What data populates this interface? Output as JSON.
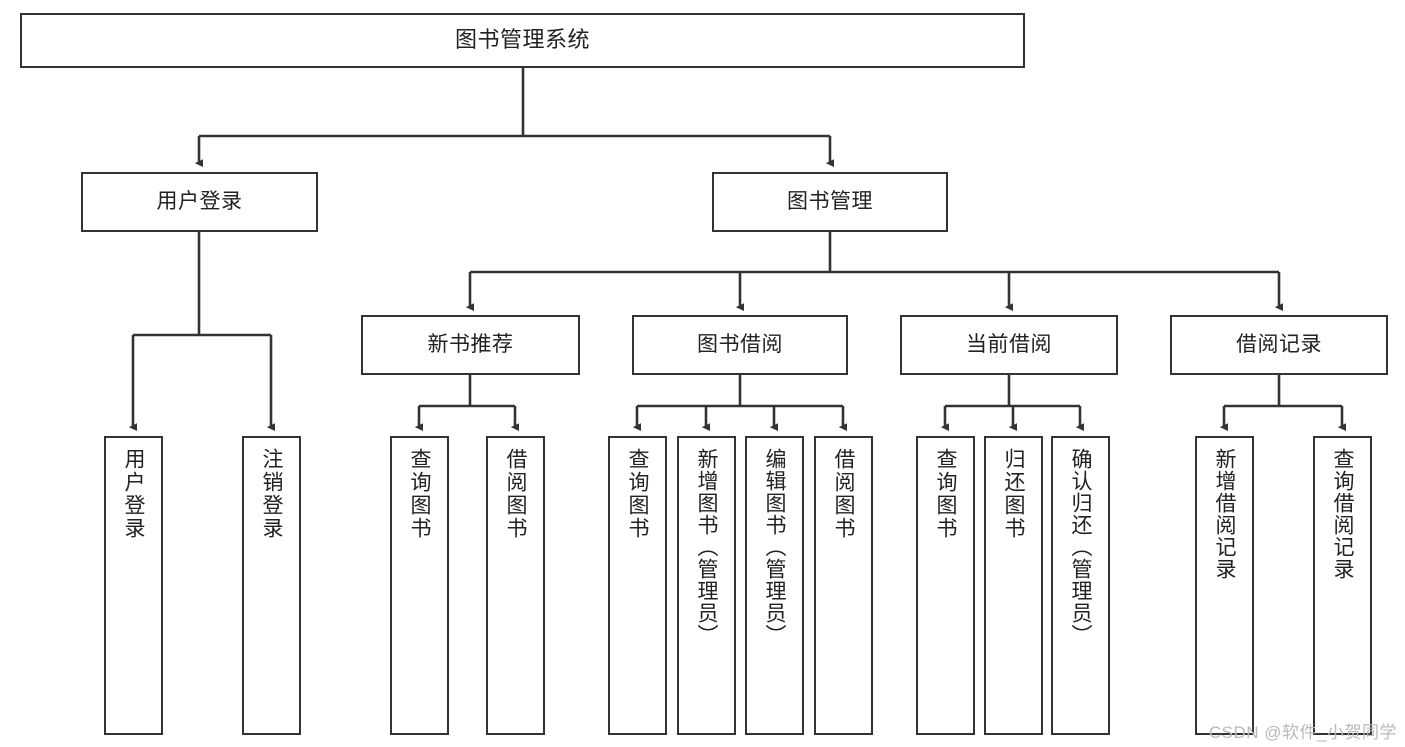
{
  "diagram": {
    "kind": "functional-structure-tree",
    "title": "图书管理系统",
    "watermark": "CSDN @软件_小贺同学",
    "colors": {
      "background": "#ffffff",
      "node_border": "#333333",
      "node_fill": "#ffffff",
      "edge": "#333333",
      "text": "#222222",
      "watermark": "#b9b9b9"
    },
    "nodes": {
      "root": {
        "label": "图书管理系统"
      },
      "level1": [
        {
          "id": "user-login",
          "label": "用户登录"
        },
        {
          "id": "book-management",
          "label": "图书管理"
        }
      ],
      "level2": [
        {
          "id": "new-book-recommend",
          "label": "新书推荐"
        },
        {
          "id": "book-borrow",
          "label": "图书借阅"
        },
        {
          "id": "current-borrow",
          "label": "当前借阅"
        },
        {
          "id": "borrow-record",
          "label": "借阅记录"
        }
      ],
      "leaves": {
        "user_login": [
          {
            "id": "leaf-user-login",
            "label": "用户登录"
          },
          {
            "id": "leaf-logout-login",
            "label": "注销登录"
          }
        ],
        "new_book_recommend": [
          {
            "id": "leaf-query-book-1",
            "label": "查询图书"
          },
          {
            "id": "leaf-borrow-book-1",
            "label": "借阅图书"
          }
        ],
        "book_borrow": [
          {
            "id": "leaf-query-book-2",
            "label": "查询图书"
          },
          {
            "id": "leaf-add-book",
            "label": "新增图书（管理员）"
          },
          {
            "id": "leaf-edit-book",
            "label": "编辑图书（管理员）"
          },
          {
            "id": "leaf-borrow-book-2",
            "label": "借阅图书"
          }
        ],
        "current_borrow": [
          {
            "id": "leaf-query-book-3",
            "label": "查询图书"
          },
          {
            "id": "leaf-return-book",
            "label": "归还图书"
          },
          {
            "id": "leaf-confirm-return",
            "label": "确认归还（管理员）"
          }
        ],
        "borrow_record": [
          {
            "id": "leaf-add-record",
            "label": "新增借阅记录"
          },
          {
            "id": "leaf-query-record",
            "label": "查询借阅记录"
          }
        ]
      }
    }
  }
}
